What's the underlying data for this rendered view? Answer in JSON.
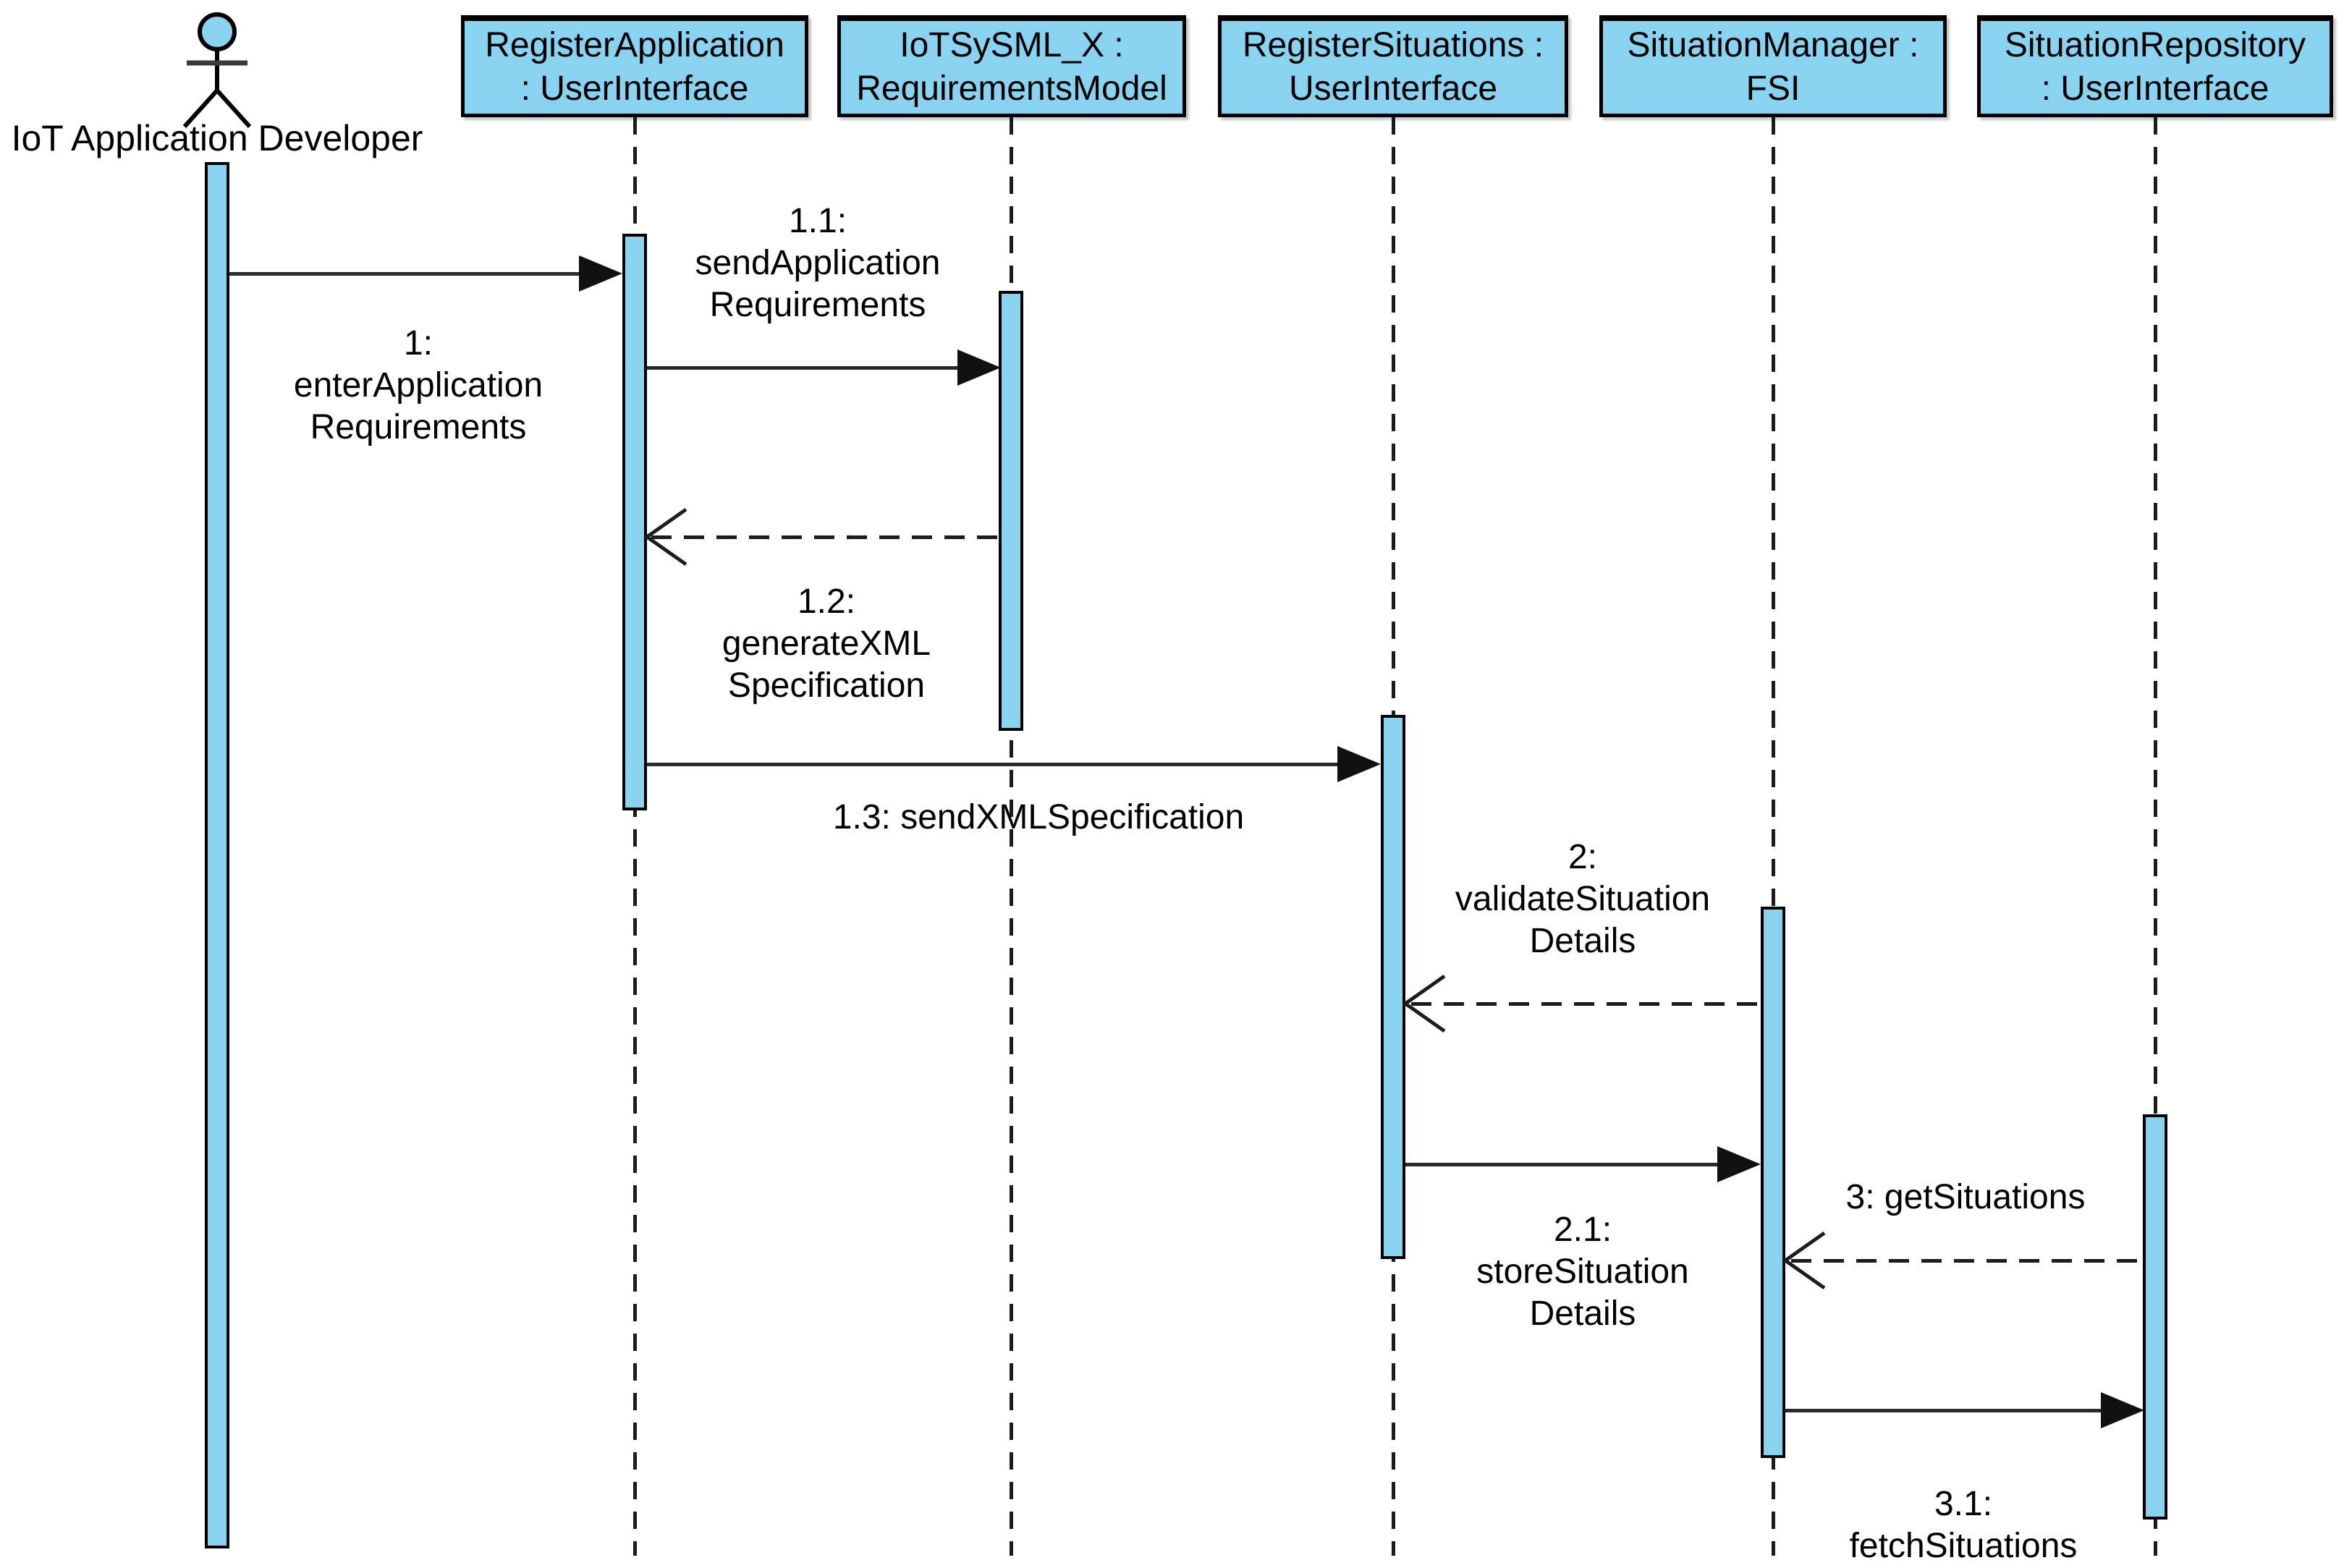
{
  "diagram": {
    "kind": "uml-sequence-diagram",
    "colors": {
      "participant_fill": "#89D2F0",
      "line": "#1C1C1C",
      "text": "#000000",
      "background": "#FFFFFF"
    },
    "actor": {
      "name": "IoT Application Developer"
    },
    "participants": [
      {
        "name": "RegisterApplication : UserInterface",
        "line1": "RegisterApplication",
        "line2": ": UserInterface"
      },
      {
        "name": "IoTSySML_X : RequirementsModel",
        "line1": "IoTSySML_X :",
        "line2": "RequirementsModel"
      },
      {
        "name": "RegisterSituations : UserInterface",
        "line1": "RegisterSituations :",
        "line2": "UserInterface"
      },
      {
        "name": "SituationManager : FSI",
        "line1": "SituationManager :",
        "line2": "FSI"
      },
      {
        "name": "SituationRepository : UserInterface",
        "line1": "SituationRepository",
        "line2": ": UserInterface"
      }
    ],
    "messages": [
      {
        "seq": "1",
        "kind": "synchronous",
        "from": "IoT Application Developer",
        "to": "RegisterApplication : UserInterface",
        "label": "1: enterApplicationRequirements",
        "lines": [
          "1:",
          "enterApplication",
          "Requirements"
        ]
      },
      {
        "seq": "1.1",
        "kind": "synchronous",
        "from": "RegisterApplication : UserInterface",
        "to": "IoTSySML_X : RequirementsModel",
        "label": "1.1: sendApplicationRequirements",
        "lines": [
          "1.1:",
          "sendApplication",
          "Requirements"
        ]
      },
      {
        "seq": "1.2",
        "kind": "return",
        "from": "IoTSySML_X : RequirementsModel",
        "to": "RegisterApplication : UserInterface",
        "label": "1.2: generateXMLSpecification",
        "lines": [
          "1.2:",
          "generateXML",
          "Specification"
        ]
      },
      {
        "seq": "1.3",
        "kind": "synchronous",
        "from": "RegisterApplication : UserInterface",
        "to": "RegisterSituations : UserInterface",
        "label": "1.3: sendXMLSpecification",
        "lines": [
          "1.3: sendXMLSpecification"
        ]
      },
      {
        "seq": "2",
        "kind": "return",
        "from": "SituationManager : FSI",
        "to": "RegisterSituations : UserInterface",
        "label": "2: validateSituationDetails",
        "lines": [
          "2:",
          "validateSituation",
          "Details"
        ]
      },
      {
        "seq": "2.1",
        "kind": "synchronous",
        "from": "RegisterSituations : UserInterface",
        "to": "SituationManager : FSI",
        "label": "2.1: storeSituationDetails",
        "lines": [
          "2.1:",
          "storeSituation",
          "Details"
        ]
      },
      {
        "seq": "3",
        "kind": "return",
        "from": "SituationRepository : UserInterface",
        "to": "SituationManager : FSI",
        "label": "3: getSituations",
        "lines": [
          "3: getSituations"
        ]
      },
      {
        "seq": "3.1",
        "kind": "synchronous",
        "from": "SituationManager : FSI",
        "to": "SituationRepository : UserInterface",
        "label": "3.1: fetchSituations",
        "lines": [
          "3.1:",
          "fetchSituations"
        ]
      }
    ]
  }
}
